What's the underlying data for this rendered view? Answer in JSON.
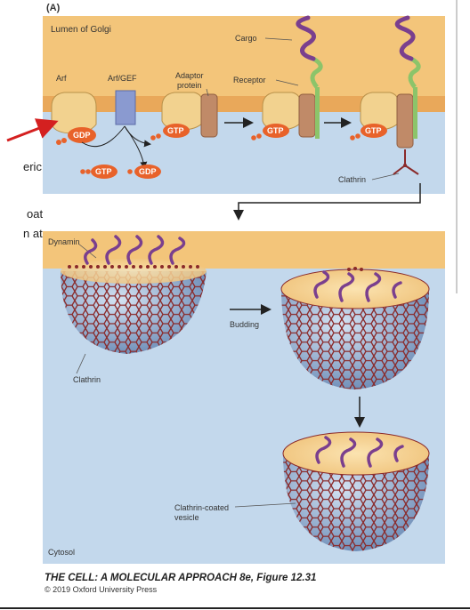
{
  "panel_label": "(A)",
  "top_panel": {
    "lumen_label": "Lumen of Golgi",
    "arf_label": "Arf",
    "arf_gef_label": "Arf/GEF",
    "adaptor_label_1": "Adaptor",
    "adaptor_label_2": "protein",
    "cargo_label": "Cargo",
    "receptor_label": "Receptor",
    "clathrin_label": "Clathrin",
    "gdp": "GDP",
    "gtp": "GTP"
  },
  "bottom_panel": {
    "dynamin_label": "Dynamin",
    "budding_label": "Budding",
    "clathrin_label": "Clathrin",
    "vesicle_label_1": "Clathrin-coated",
    "vesicle_label_2": "vesicle",
    "cytosol_label": "Cytosol"
  },
  "side_text": {
    "eric": "eric",
    "oat": "oat",
    "n_at": "n at"
  },
  "caption": {
    "title": "THE CELL: A MOLECULAR APPROACH 8e, Figure 12.31",
    "copyright": "© 2019 Oxford University Press"
  },
  "colors": {
    "lumen": "#f3c57a",
    "cytosol": "#c3d8ec",
    "membrane": "#e9a85a",
    "gdp_gtp": "#e8622a",
    "receptor": "#8cc46a",
    "adaptor": "#c08a68",
    "arf": "#f2d28f",
    "gef": "#8a9ad0",
    "cargo": "#7a3f8e",
    "clathrin": "#8a2a2a",
    "arrow": "#d42020"
  }
}
